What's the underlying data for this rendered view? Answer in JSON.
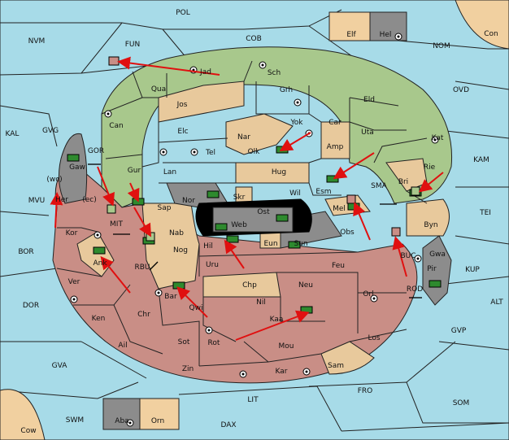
{
  "colors": {
    "sea": "#a7dbe8",
    "green": "#a8c88c",
    "tan": "#e8c99c",
    "red": "#c98e86",
    "grey": "#8c8c8c",
    "arrow": "#e01010"
  },
  "regions": [
    {
      "name": "POL"
    },
    {
      "name": "NVM"
    },
    {
      "name": "FUN"
    },
    {
      "name": "COB"
    },
    {
      "name": "Elf"
    },
    {
      "name": "Hel"
    },
    {
      "name": "Con"
    },
    {
      "name": "NOM"
    },
    {
      "name": "Jad"
    },
    {
      "name": "Sch"
    },
    {
      "name": "OVD"
    },
    {
      "name": "Qua"
    },
    {
      "name": "Jos"
    },
    {
      "name": "Grh"
    },
    {
      "name": "Eld"
    },
    {
      "name": "Can"
    },
    {
      "name": "Yok"
    },
    {
      "name": "Car"
    },
    {
      "name": "Kat"
    },
    {
      "name": "KAL"
    },
    {
      "name": "GVG"
    },
    {
      "name": "Elc"
    },
    {
      "name": "Nar"
    },
    {
      "name": "Uta"
    },
    {
      "name": "Olk"
    },
    {
      "name": "Tel"
    },
    {
      "name": "Amp"
    },
    {
      "name": "KAM"
    },
    {
      "name": "GOR"
    },
    {
      "name": "Gaw"
    },
    {
      "name": "Gur"
    },
    {
      "name": "Lan"
    },
    {
      "name": "Hug"
    },
    {
      "name": "Rie"
    },
    {
      "name": "Bri"
    },
    {
      "name": "(wc)"
    },
    {
      "name": "MVU"
    },
    {
      "name": "Her"
    },
    {
      "name": "(ec)"
    },
    {
      "name": "Nor"
    },
    {
      "name": "Skr"
    },
    {
      "name": "Ost"
    },
    {
      "name": "Wil"
    },
    {
      "name": "Esm"
    },
    {
      "name": "SMA"
    },
    {
      "name": "Sap"
    },
    {
      "name": "Web"
    },
    {
      "name": "Mel"
    },
    {
      "name": "TEI"
    },
    {
      "name": "MIT"
    },
    {
      "name": "Kor"
    },
    {
      "name": "Nab"
    },
    {
      "name": "Byn"
    },
    {
      "name": "Eun"
    },
    {
      "name": "Sun"
    },
    {
      "name": "Obs"
    },
    {
      "name": "BOR"
    },
    {
      "name": "Ank"
    },
    {
      "name": "Hil"
    },
    {
      "name": "Nog"
    },
    {
      "name": "BUC"
    },
    {
      "name": "Gwa"
    },
    {
      "name": "RBU"
    },
    {
      "name": "Uru"
    },
    {
      "name": "Feu"
    },
    {
      "name": "KUP"
    },
    {
      "name": "Pir"
    },
    {
      "name": "Ver"
    },
    {
      "name": "Chp"
    },
    {
      "name": "Neu"
    },
    {
      "name": "Orl"
    },
    {
      "name": "DOR"
    },
    {
      "name": "Bar"
    },
    {
      "name": "Qwi"
    },
    {
      "name": "ROD"
    },
    {
      "name": "ALT"
    },
    {
      "name": "Ken"
    },
    {
      "name": "Chr"
    },
    {
      "name": "Nil"
    },
    {
      "name": "Kaa"
    },
    {
      "name": "Ail"
    },
    {
      "name": "Sot"
    },
    {
      "name": "Rot"
    },
    {
      "name": "Mou"
    },
    {
      "name": "Los"
    },
    {
      "name": "GVP"
    },
    {
      "name": "GVA"
    },
    {
      "name": "Zin"
    },
    {
      "name": "Kar"
    },
    {
      "name": "Sam"
    },
    {
      "name": "FRO"
    },
    {
      "name": "LIT"
    },
    {
      "name": "SOM"
    },
    {
      "name": "SWM"
    },
    {
      "name": "Aba"
    },
    {
      "name": "Orn"
    },
    {
      "name": "DAX"
    },
    {
      "name": "Cow"
    }
  ]
}
